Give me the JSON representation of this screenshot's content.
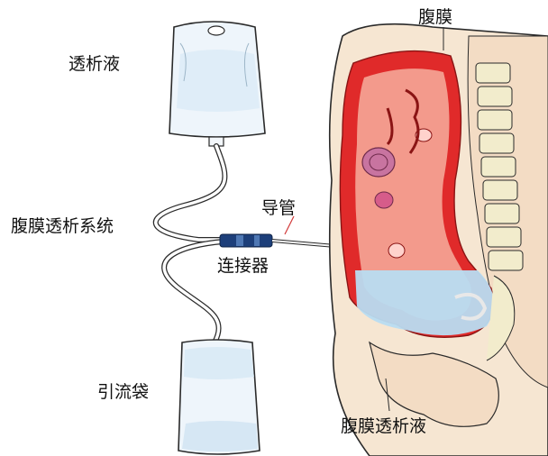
{
  "labels": {
    "dialysate": "透析液",
    "system": "腹膜透析系统",
    "drain_bag": "引流袋",
    "connector": "连接器",
    "catheter": "导管",
    "peritoneum": "腹膜",
    "peritoneal_fluid": "腹膜透析液"
  },
  "colors": {
    "bag_fill": "#eef5fb",
    "bag_tint": "#cfe3f3",
    "fluid": "#b8dcf1",
    "tissue": "#e02a2a",
    "tissue_light": "#f39a8c",
    "skin": "#f6e6d2",
    "spine": "#f2eccc",
    "connector": "#1d3f7a",
    "outline": "#2a2a2a"
  },
  "icons": {
    "bag": "iv-bag-icon",
    "connector": "connector-icon"
  }
}
